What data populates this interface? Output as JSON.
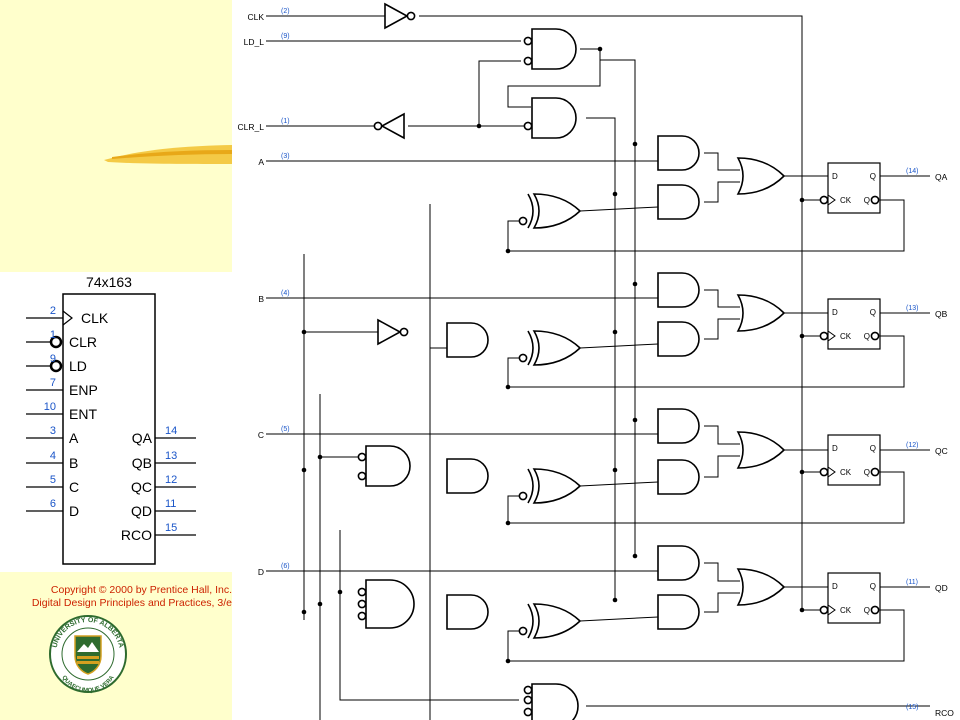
{
  "symbol": {
    "title": "74x163",
    "left_pins": [
      {
        "num": "2",
        "name": "CLK",
        "type": "clock"
      },
      {
        "num": "1",
        "name": "CLR",
        "type": "bubble"
      },
      {
        "num": "9",
        "name": "LD",
        "type": "bubble"
      },
      {
        "num": "7",
        "name": "ENP",
        "type": "plain"
      },
      {
        "num": "10",
        "name": "ENT",
        "type": "plain"
      },
      {
        "num": "3",
        "name": "A",
        "type": "plain"
      },
      {
        "num": "4",
        "name": "B",
        "type": "plain"
      },
      {
        "num": "5",
        "name": "C",
        "type": "plain"
      },
      {
        "num": "6",
        "name": "D",
        "type": "plain"
      }
    ],
    "right_pins": [
      {
        "num": "14",
        "name": "QA"
      },
      {
        "num": "13",
        "name": "QB"
      },
      {
        "num": "12",
        "name": "QC"
      },
      {
        "num": "11",
        "name": "QD"
      },
      {
        "num": "15",
        "name": "RCO"
      }
    ]
  },
  "copyright": {
    "line1": "Copyright © 2000 by Prentice Hall, Inc.",
    "line2": "Digital Design Principles and Practices, 3/e"
  },
  "logo": {
    "text_top": "UNIVERSITY OF ALBERTA",
    "text_bottom": "QUAECUMQUE VERA"
  },
  "schematic": {
    "inputs": [
      {
        "name": "CLK",
        "pin": "(2)"
      },
      {
        "name": "LD_L",
        "pin": "(9)"
      },
      {
        "name": "CLR_L",
        "pin": "(1)"
      },
      {
        "name": "A",
        "pin": "(3)"
      },
      {
        "name": "B",
        "pin": "(4)"
      },
      {
        "name": "C",
        "pin": "(5)"
      },
      {
        "name": "D",
        "pin": "(6)"
      }
    ],
    "outputs": [
      {
        "name": "QA",
        "pin": "(14)"
      },
      {
        "name": "QB",
        "pin": "(13)"
      },
      {
        "name": "QC",
        "pin": "(12)"
      },
      {
        "name": "QD",
        "pin": "(11)"
      },
      {
        "name": "RCO",
        "pin": "(15)"
      }
    ],
    "flipflop": {
      "d": "D",
      "q": "Q",
      "ck": "CK"
    }
  },
  "colors": {
    "slide_bg": "#ffffcc",
    "pin_number": "#1a55c8",
    "copyright": "#cc2200",
    "logo_green": "#2e6b2e",
    "logo_gold": "#d4a020",
    "stroke": "#000000"
  }
}
